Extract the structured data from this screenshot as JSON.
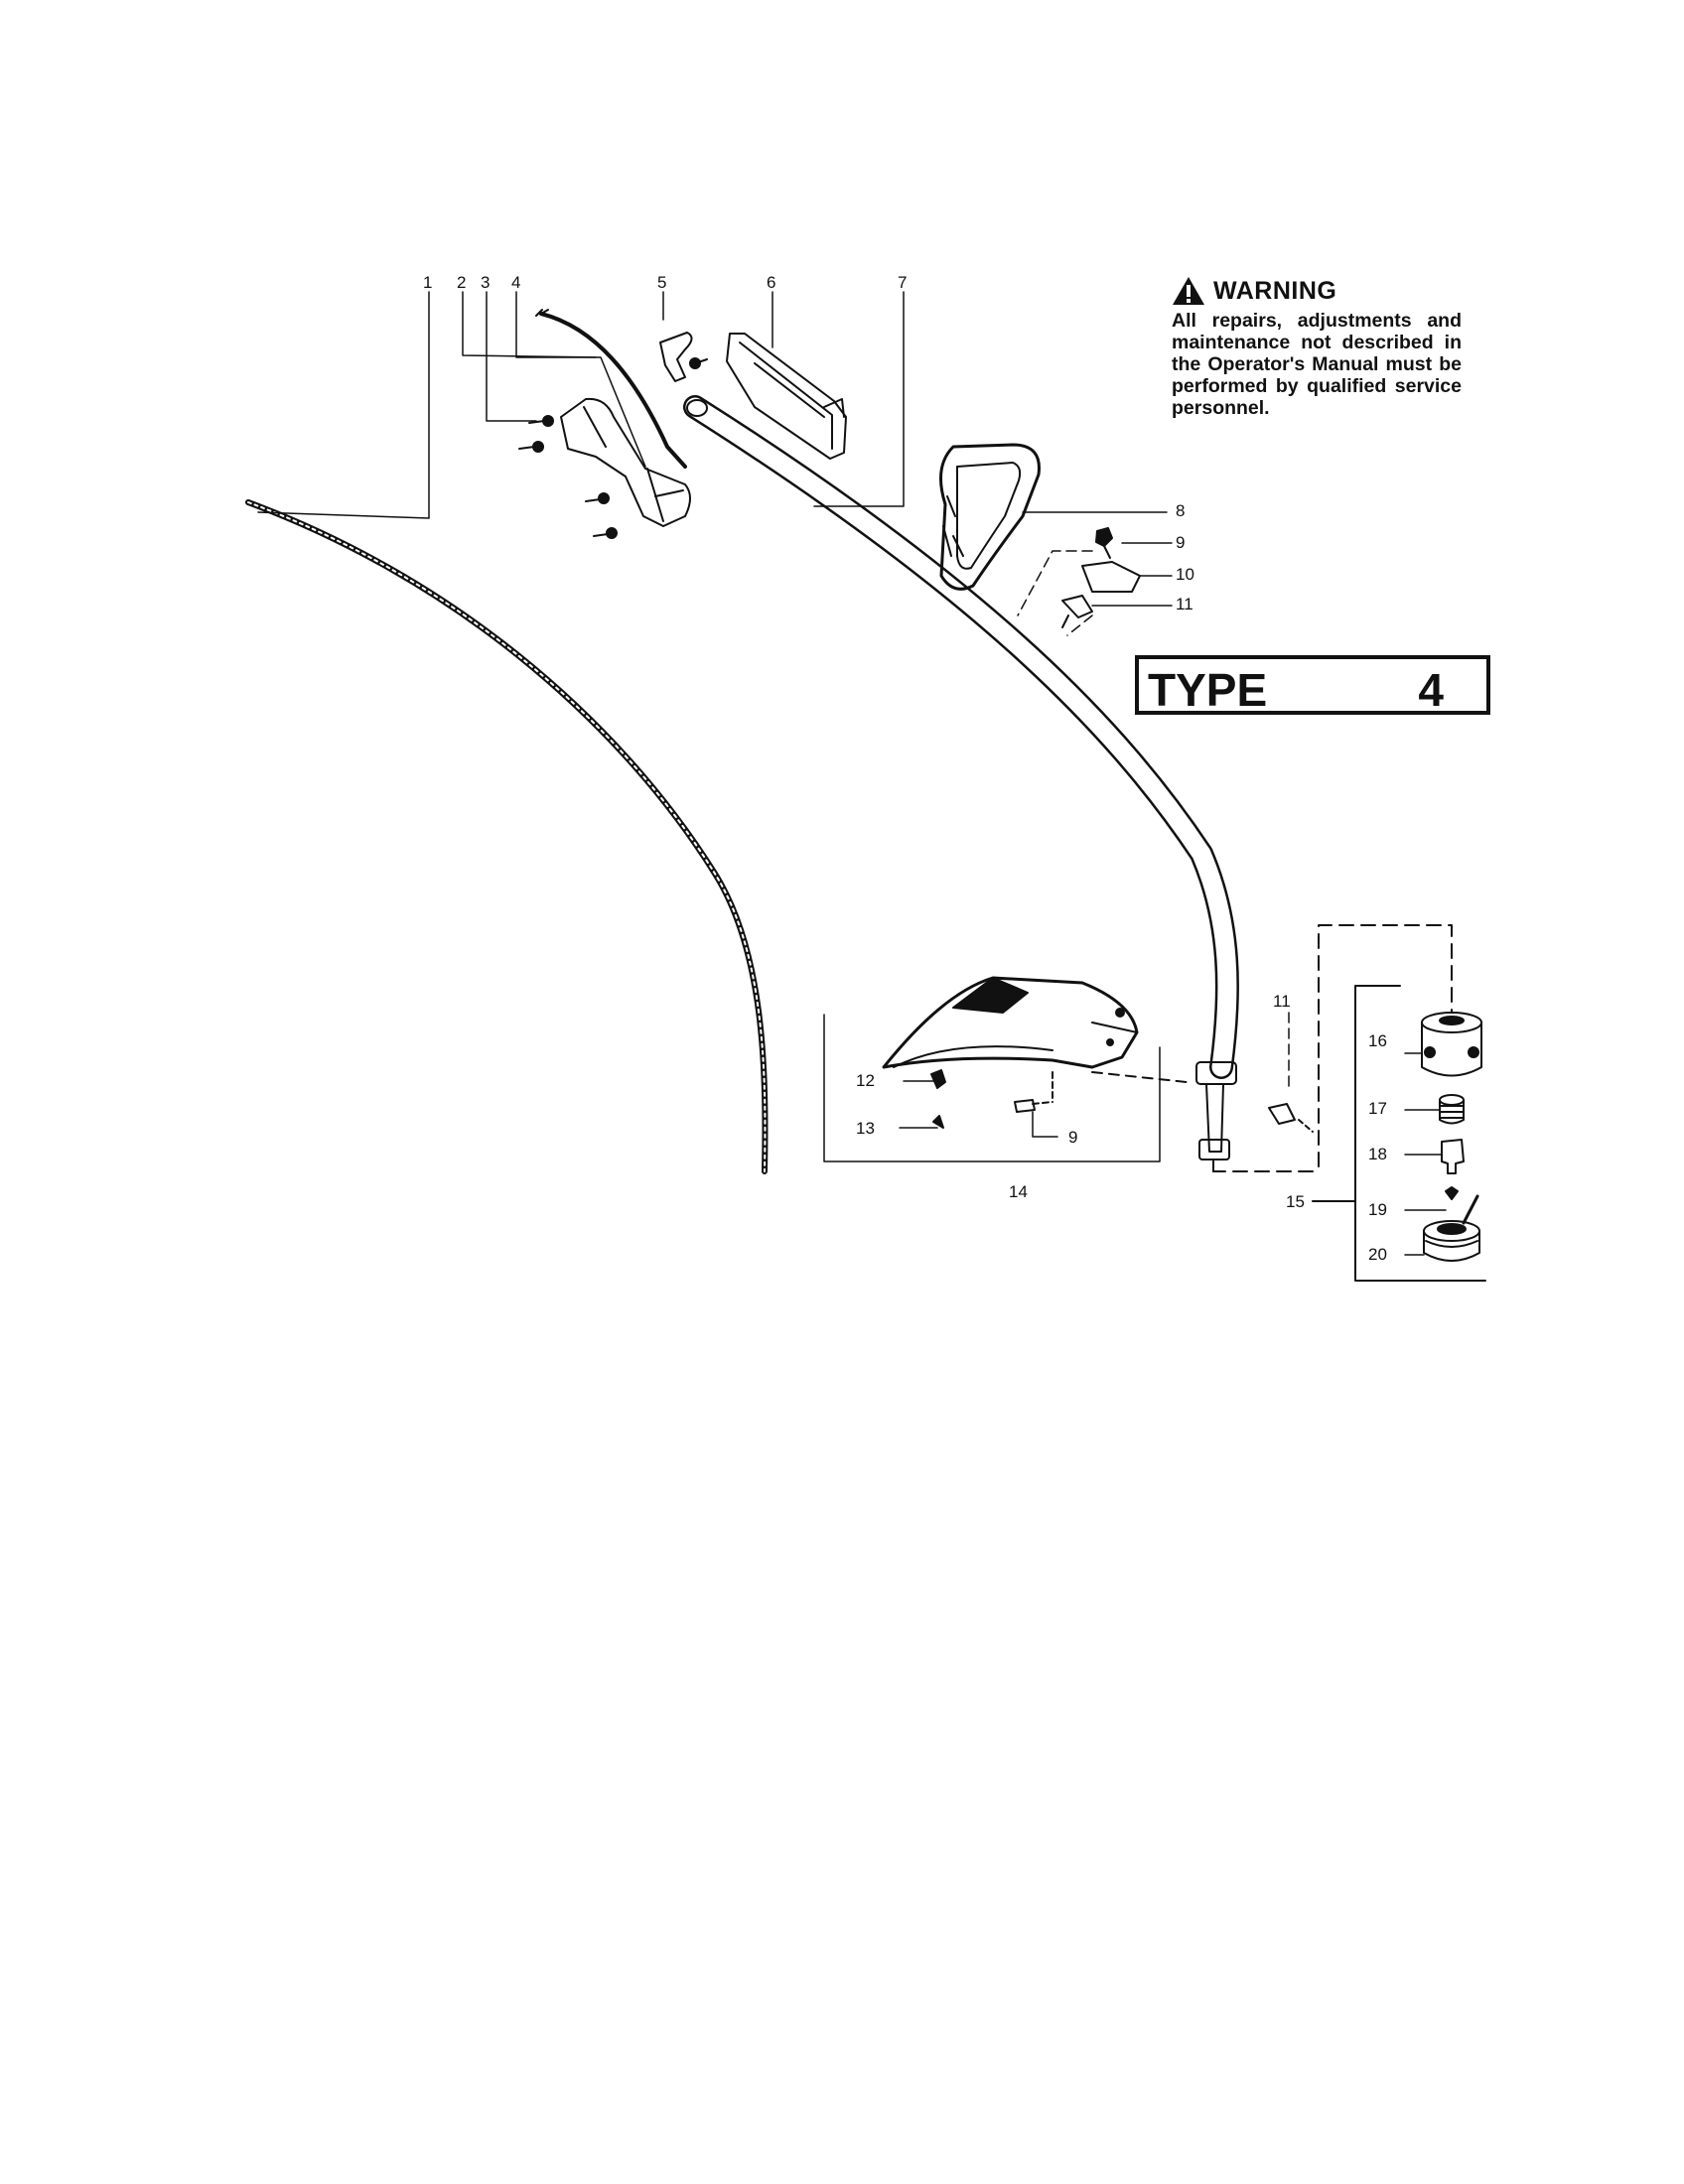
{
  "warning": {
    "title": "WARNING",
    "text": "All repairs, adjustments and maintenance not described in the Operator's Manual must be performed by qualified service personnel."
  },
  "type_box": {
    "label": "TYPE",
    "number": "4"
  },
  "callouts": {
    "c1": "1",
    "c2": "2",
    "c3": "3",
    "c4": "4",
    "c5": "5",
    "c6": "6",
    "c7": "7",
    "c8": "8",
    "c9a": "9",
    "c10": "10",
    "c11a": "11",
    "c11b": "11",
    "c12": "12",
    "c13": "13",
    "c9b": "9",
    "c14": "14",
    "c15": "15",
    "c16": "16",
    "c17": "17",
    "c18": "18",
    "c19": "19",
    "c20": "20"
  },
  "colors": {
    "ink": "#111111",
    "paper": "#ffffff"
  }
}
